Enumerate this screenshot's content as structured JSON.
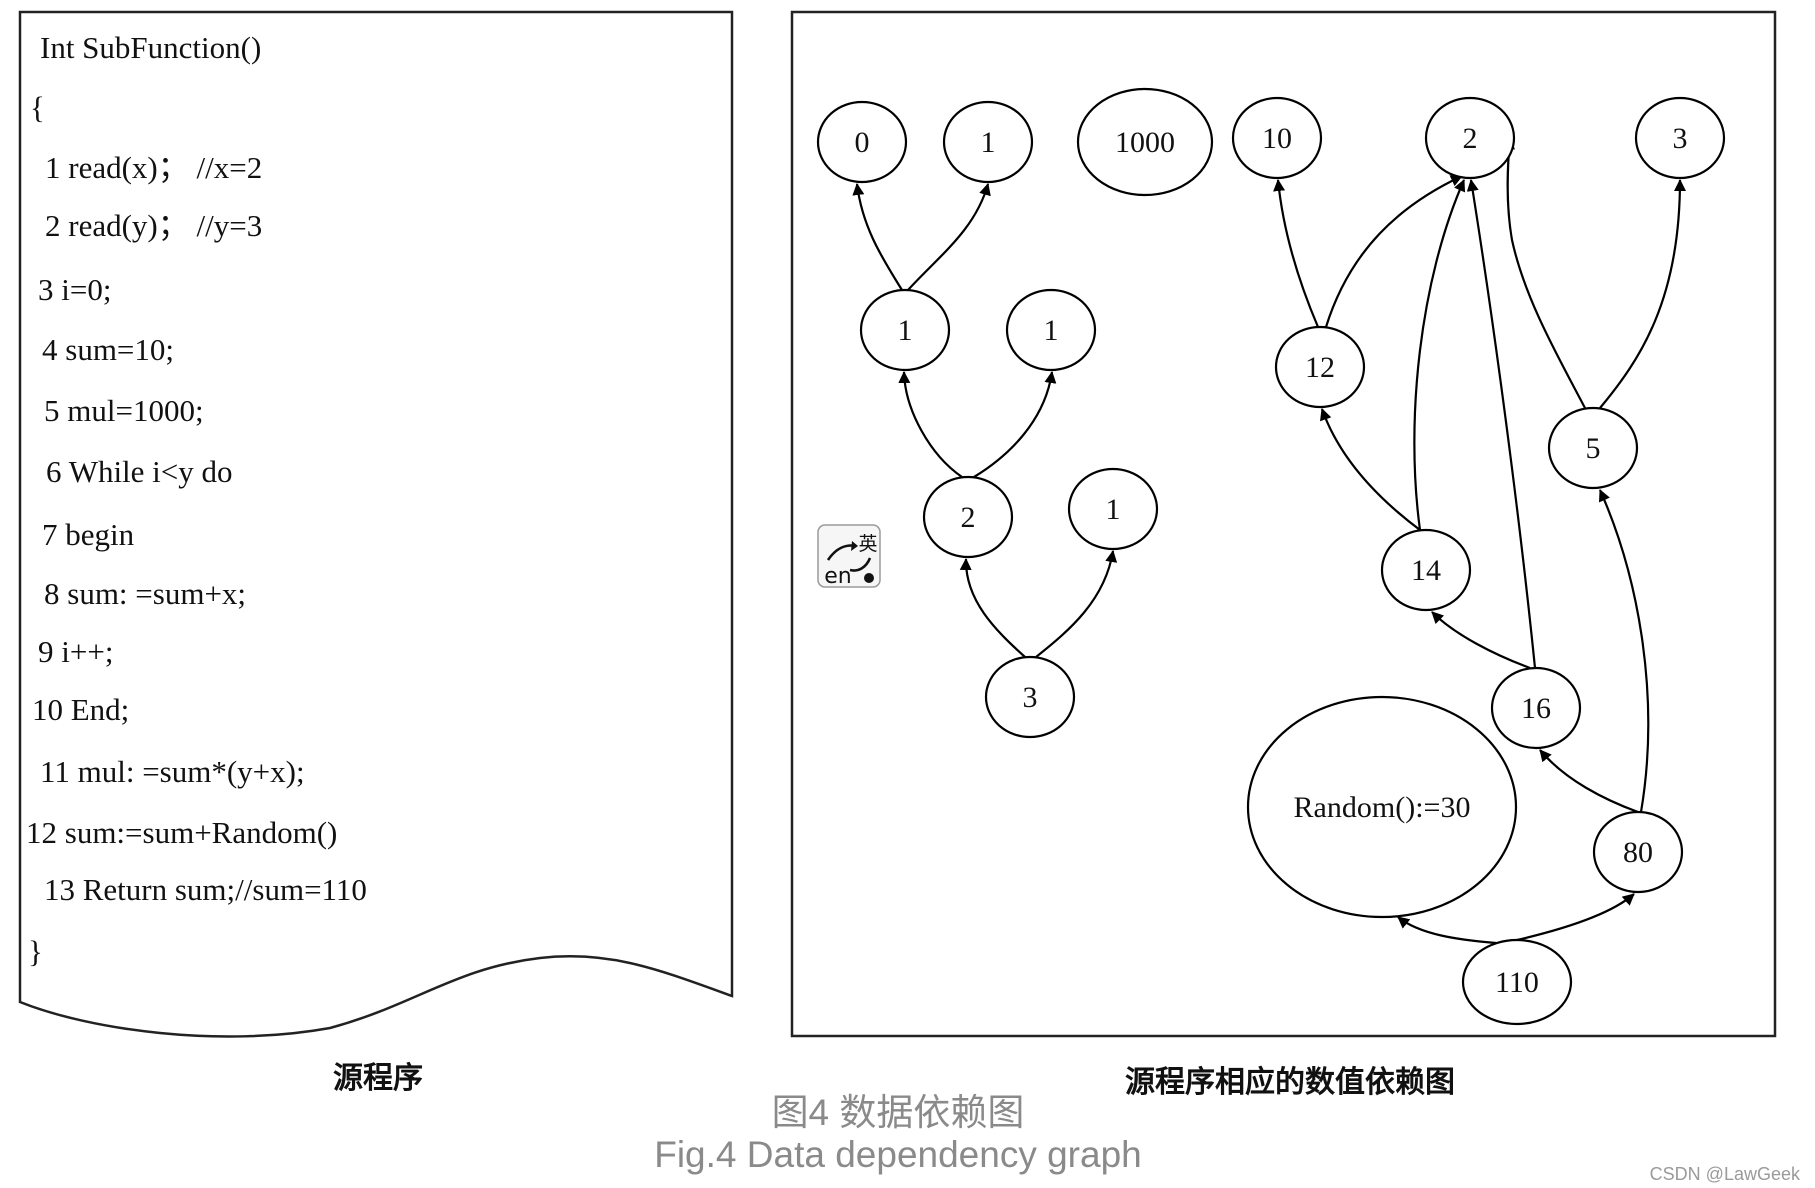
{
  "code_panel": {
    "lines": [
      "Int  SubFunction()",
      "{",
      "1 read(x)； //x=2",
      "2 read(y)； //y=3",
      "3 i=0;",
      "4 sum=10;",
      "5 mul=1000;",
      "6 While i<y do",
      "7 begin",
      "8 sum: =sum+x;",
      "9 i++;",
      "10 End;",
      "11 mul: =sum*(y+x);",
      "12 sum:=sum+Random()",
      "13 Return sum;//sum=110",
      "}"
    ],
    "caption": "源程序"
  },
  "graph_panel": {
    "caption": "源程序相应的数值依赖图",
    "nodes": [
      {
        "id": "n0",
        "label": "0"
      },
      {
        "id": "n1a",
        "label": "1"
      },
      {
        "id": "n1000",
        "label": "1000"
      },
      {
        "id": "n10",
        "label": "10"
      },
      {
        "id": "n2top",
        "label": "2"
      },
      {
        "id": "n3top",
        "label": "3"
      },
      {
        "id": "n1b",
        "label": "1"
      },
      {
        "id": "n1c",
        "label": "1"
      },
      {
        "id": "n12",
        "label": "12"
      },
      {
        "id": "n5",
        "label": "5"
      },
      {
        "id": "n2mid",
        "label": "2"
      },
      {
        "id": "n1d",
        "label": "1"
      },
      {
        "id": "n14",
        "label": "14"
      },
      {
        "id": "n3bot",
        "label": "3"
      },
      {
        "id": "n16",
        "label": "16"
      },
      {
        "id": "nrand",
        "label": "Random():=30"
      },
      {
        "id": "n80",
        "label": "80"
      },
      {
        "id": "n110",
        "label": "110"
      }
    ],
    "edges": [
      {
        "from": "n1b",
        "to": "n0"
      },
      {
        "from": "n1b",
        "to": "n1a"
      },
      {
        "from": "n2mid",
        "to": "n1b"
      },
      {
        "from": "n2mid",
        "to": "n1c"
      },
      {
        "from": "n3bot",
        "to": "n2mid"
      },
      {
        "from": "n3bot",
        "to": "n1d"
      },
      {
        "from": "n12",
        "to": "n10"
      },
      {
        "from": "n12",
        "to": "n2top"
      },
      {
        "from": "n14",
        "to": "n12"
      },
      {
        "from": "n14",
        "to": "n2top"
      },
      {
        "from": "n16",
        "to": "n14"
      },
      {
        "from": "n16",
        "to": "n2top"
      },
      {
        "from": "n5",
        "to": "n2top"
      },
      {
        "from": "n5",
        "to": "n3top"
      },
      {
        "from": "n80",
        "to": "n16"
      },
      {
        "from": "n80",
        "to": "n5"
      },
      {
        "from": "n110",
        "to": "nrand"
      },
      {
        "from": "n110",
        "to": "n80"
      }
    ]
  },
  "ime_icon": {
    "name": "ime-english-icon",
    "glyph_top": "英",
    "glyph_bottom": "en"
  },
  "figure": {
    "title_cn": "图4 数据依赖图",
    "title_en": "Fig.4 Data dependency graph"
  },
  "watermark": "CSDN @LawGeek"
}
